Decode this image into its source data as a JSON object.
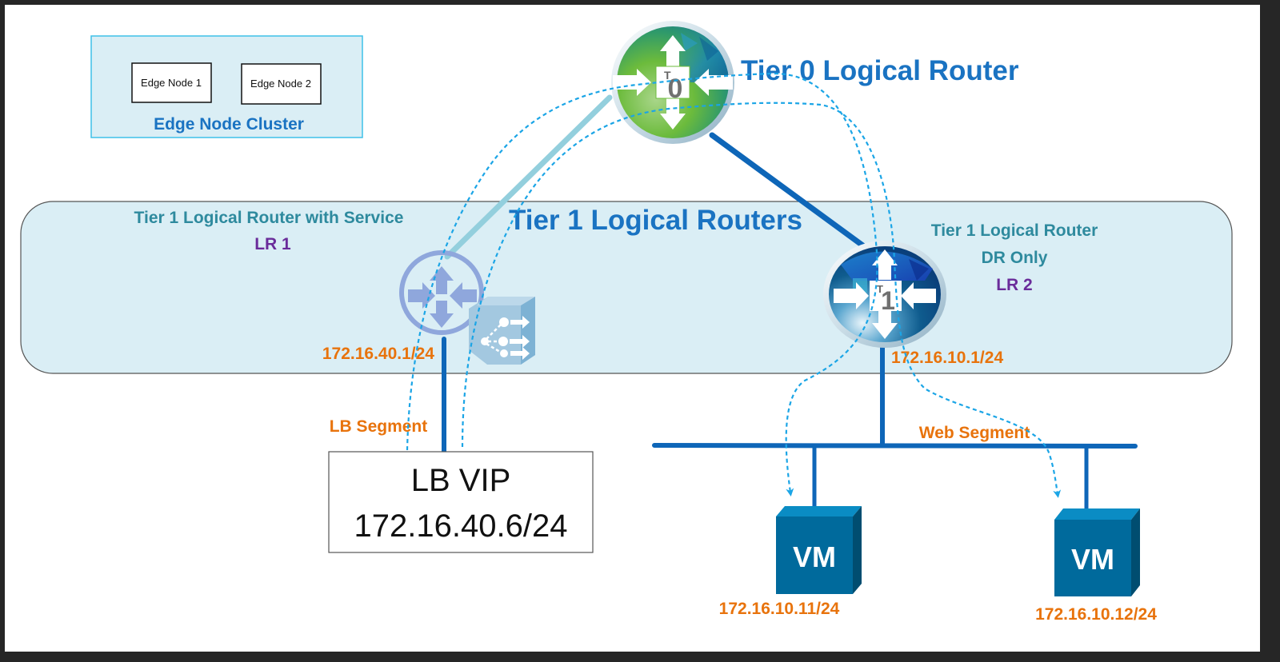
{
  "diagram": {
    "colors": {
      "title_blue": "#1a73c2",
      "teal_label": "#2e8a9e",
      "purple_label": "#6a2c9a",
      "orange_ip": "#e8730c",
      "region_fill": "#daeef5",
      "cluster_border": "#3ec0e8",
      "link_dark": "#0e66b8",
      "link_light": "#93cfdd",
      "dashed_path": "#1ba5e6",
      "vm_face": "#006a9c",
      "vm_top": "#0a8cc4",
      "vm_side": "#004d70"
    },
    "edge_cluster": {
      "title": "Edge Node Cluster",
      "nodes": [
        "Edge Node 1",
        "Edge Node 2"
      ]
    },
    "tier0": {
      "title": "Tier 0 Logical Router",
      "badge": "0",
      "badge_prefix": "T"
    },
    "tier1_region": {
      "title": "Tier 1 Logical Routers"
    },
    "lr1": {
      "title": "Tier 1 Logical Router with Service",
      "name": "LR 1",
      "ip": "172.16.40.1/24",
      "service_icon": "load-balancer-icon"
    },
    "lr2": {
      "title_line1": "Tier 1 Logical Router",
      "title_line2": "DR Only",
      "name": "LR 2",
      "ip": "172.16.10.1/24",
      "badge": "1",
      "badge_prefix": "T"
    },
    "lb_segment": {
      "label": "LB Segment"
    },
    "lb_vip": {
      "title": "LB VIP",
      "ip": "172.16.40.6/24"
    },
    "web_segment": {
      "label": "Web Segment"
    },
    "vms": [
      {
        "label": "VM",
        "ip": "172.16.10.11/24"
      },
      {
        "label": "VM",
        "ip": "172.16.10.12/24"
      }
    ]
  }
}
